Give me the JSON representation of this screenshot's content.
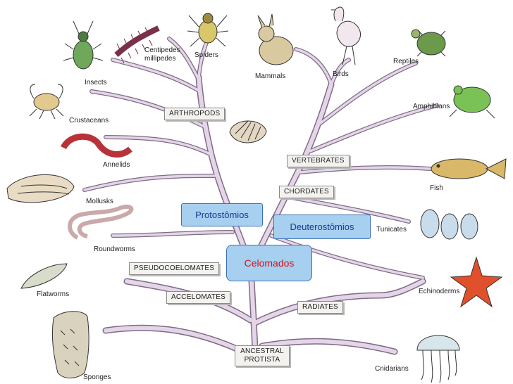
{
  "overlays": {
    "protostomes": "Protostômios",
    "deuterostomes": "Deuterostômios",
    "coelomates": "Celomados"
  },
  "boxes": {
    "arthropods": "ARTHROPODS",
    "vertebrates": "VERTEBRATES",
    "chordates": "CHORDATES",
    "pseudocoelomates": "PSEUDOCOELOMATES",
    "acoelomates": "ACCELOMATES",
    "radiates": "RADIATES",
    "ancestral_line1": "ANCESTRAL",
    "ancestral_line2": "PROTISTA"
  },
  "animals": {
    "insects": "Insects",
    "centipedes_line1": "Centipedes",
    "centipedes_line2": "millipedes",
    "spiders": "Spiders",
    "mammals": "Mammals",
    "birds": "Birds",
    "reptiles": "Reptiles",
    "crustaceans": "Crustaceans",
    "amphibians": "Amphibians",
    "annelids": "Annelids",
    "fish": "Fish",
    "mollusks": "Mollusks",
    "tunicates": "Tunicates",
    "roundworms": "Roundworms",
    "flatworms": "Flatworms",
    "echinoderms": "Echinoderms",
    "sponges": "Sponges",
    "cnidarians": "Cnidarians"
  },
  "colors": {
    "branch_fill": "#e4d6e8",
    "branch_stroke": "#7e6c86",
    "overlay_fill": "#a7cff0",
    "overlay_border": "#3d6fb3",
    "overlay_text": "#1b3c8c",
    "highlight_text": "#d0141a"
  }
}
